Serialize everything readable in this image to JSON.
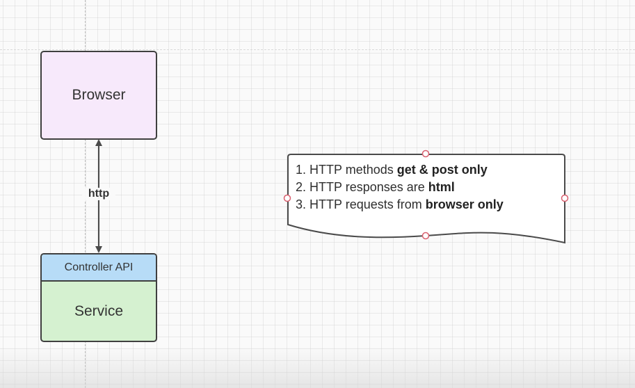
{
  "diagram": {
    "browser": {
      "label": "Browser"
    },
    "connection": {
      "label": "http"
    },
    "service_box": {
      "header_label": "Controller API",
      "body_label": "Service"
    },
    "note": {
      "items": [
        {
          "number": "1.",
          "text": "HTTP methods ",
          "bold": "get & post only"
        },
        {
          "number": "2.",
          "text": "HTTP responses are ",
          "bold": "html"
        },
        {
          "number": "3.",
          "text": "HTTP requests from ",
          "bold": "browser only"
        }
      ]
    }
  },
  "colors": {
    "browser_fill": "#f7e9fb",
    "controller_fill": "#b7dcf7",
    "service_fill": "#d5f1d0",
    "border": "#3f3f3f",
    "selection_handle": "#d9606f"
  }
}
